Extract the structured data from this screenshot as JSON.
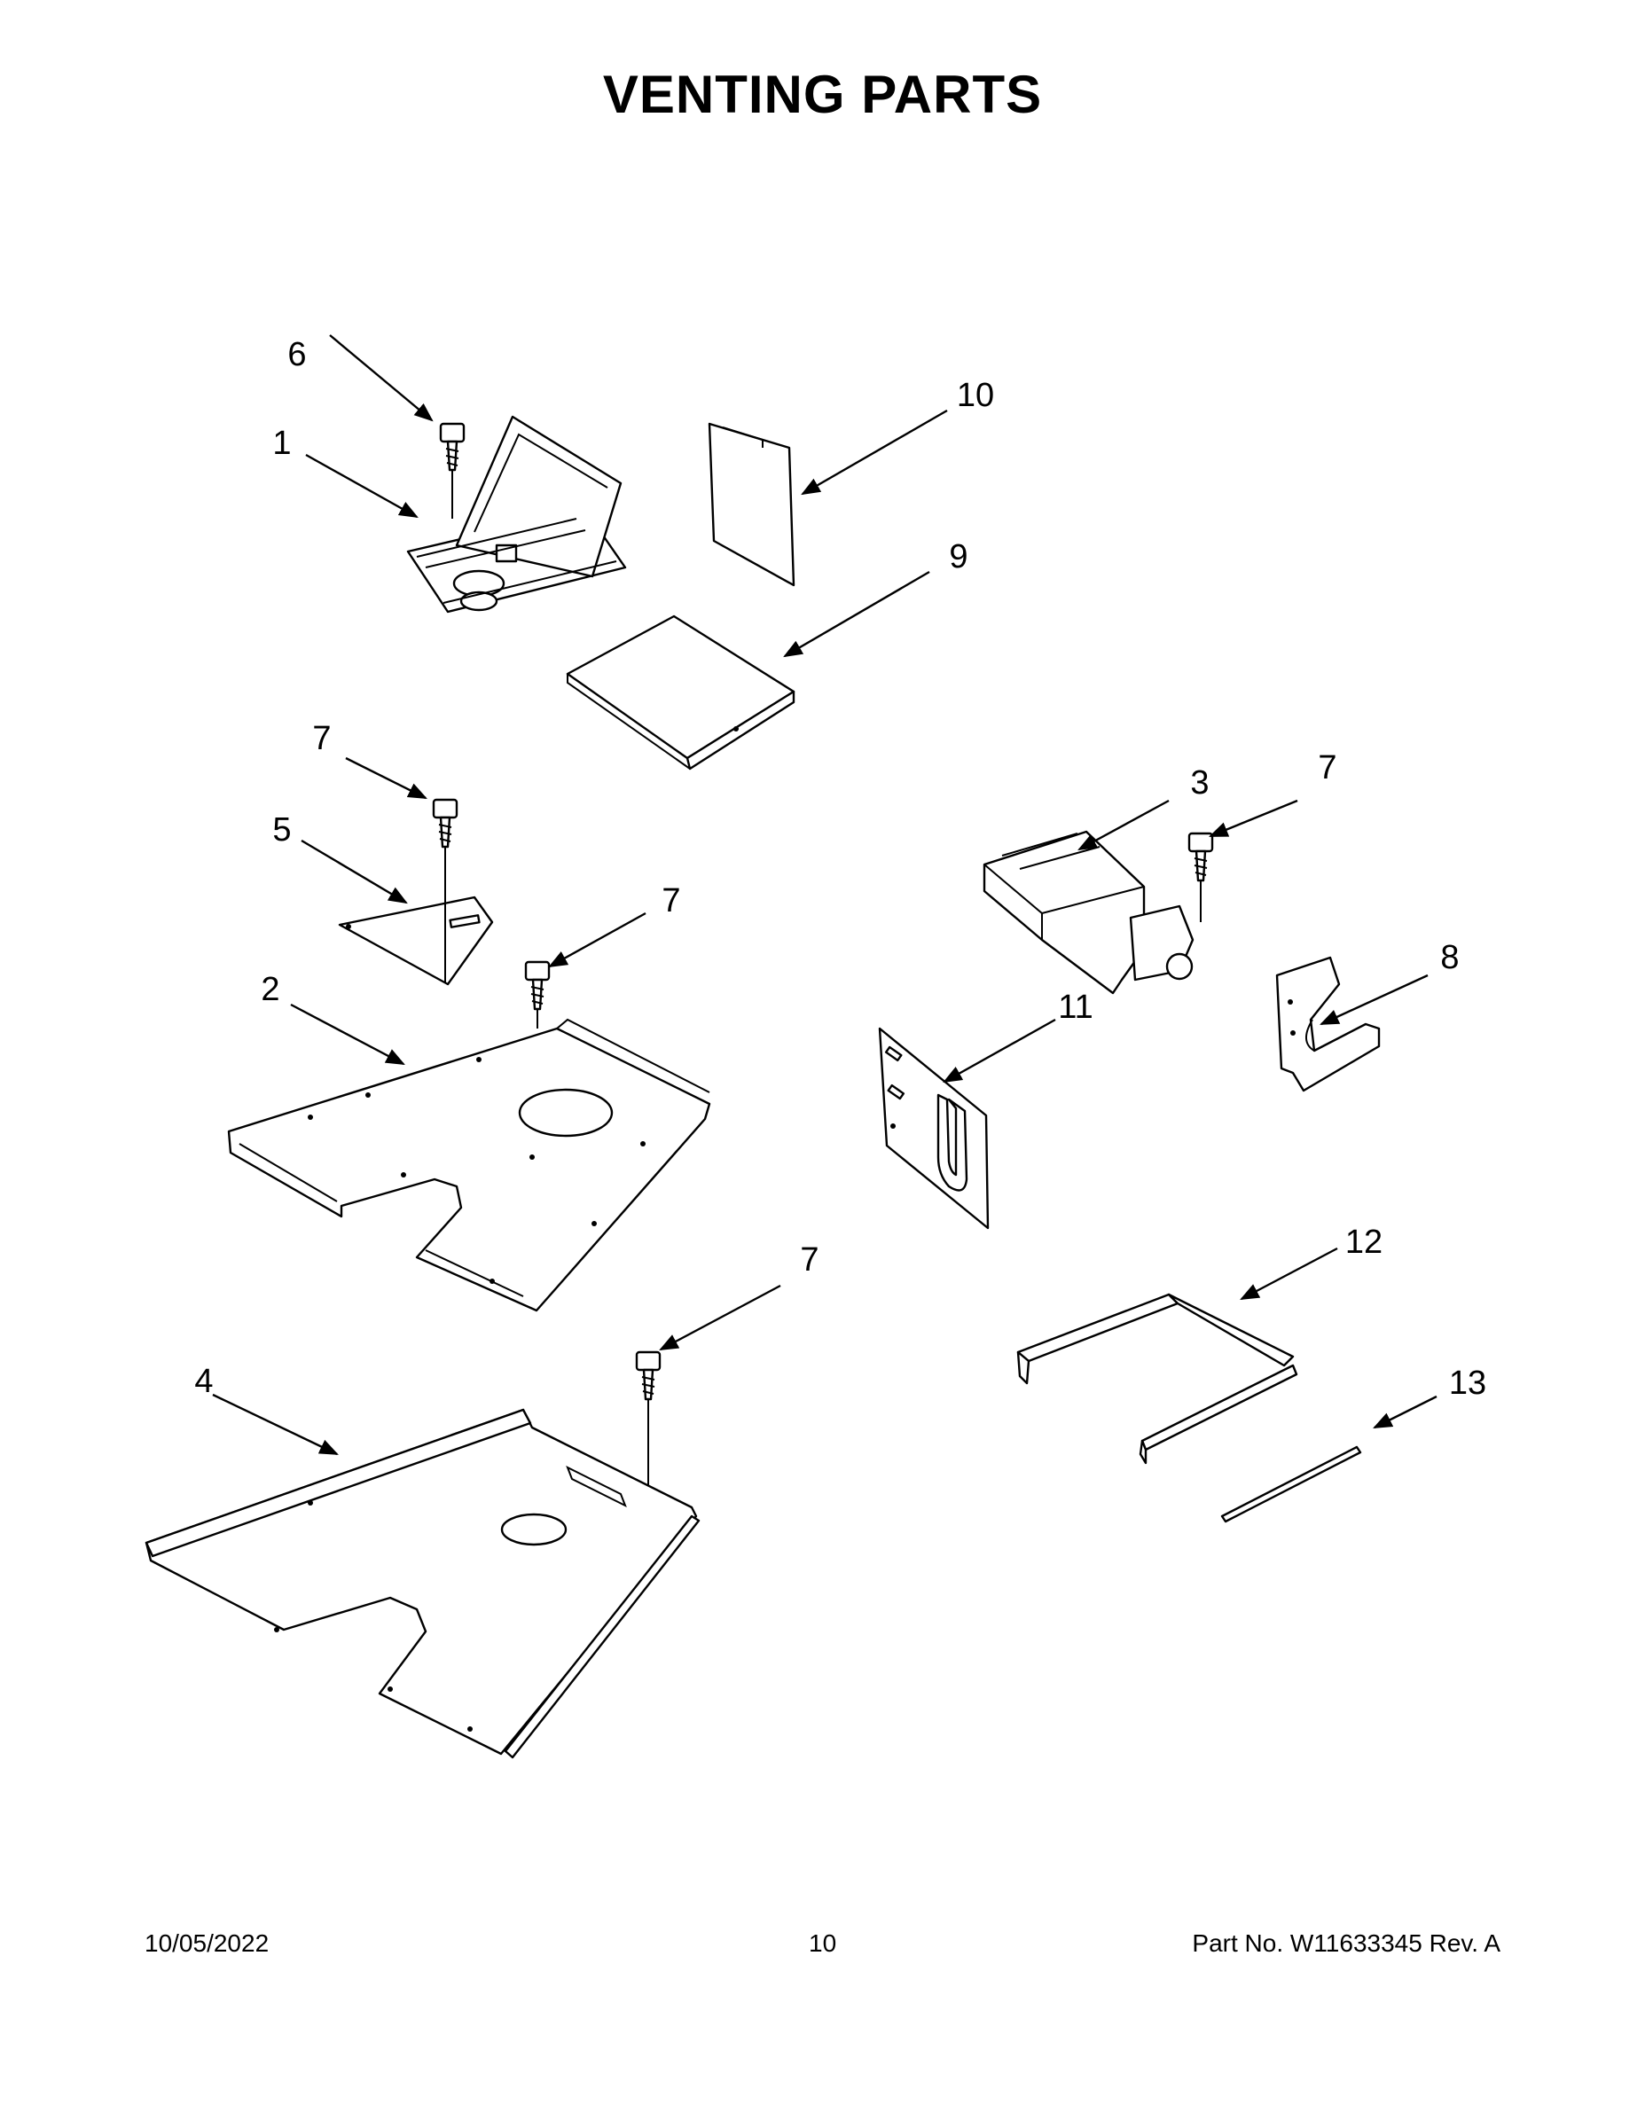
{
  "page": {
    "title": "VENTING PARTS",
    "footer_date": "10/05/2022",
    "footer_page": "10",
    "footer_part": "Part No.  W11633345  Rev.  A"
  },
  "callouts": {
    "c1": "1",
    "c2": "2",
    "c3": "3",
    "c4": "4",
    "c5": "5",
    "c6": "6",
    "c7a": "7",
    "c7b": "7",
    "c7c": "7",
    "c7d": "7",
    "c8": "8",
    "c9": "9",
    "c10": "10",
    "c11": "11",
    "c12": "12",
    "c13": "13"
  }
}
